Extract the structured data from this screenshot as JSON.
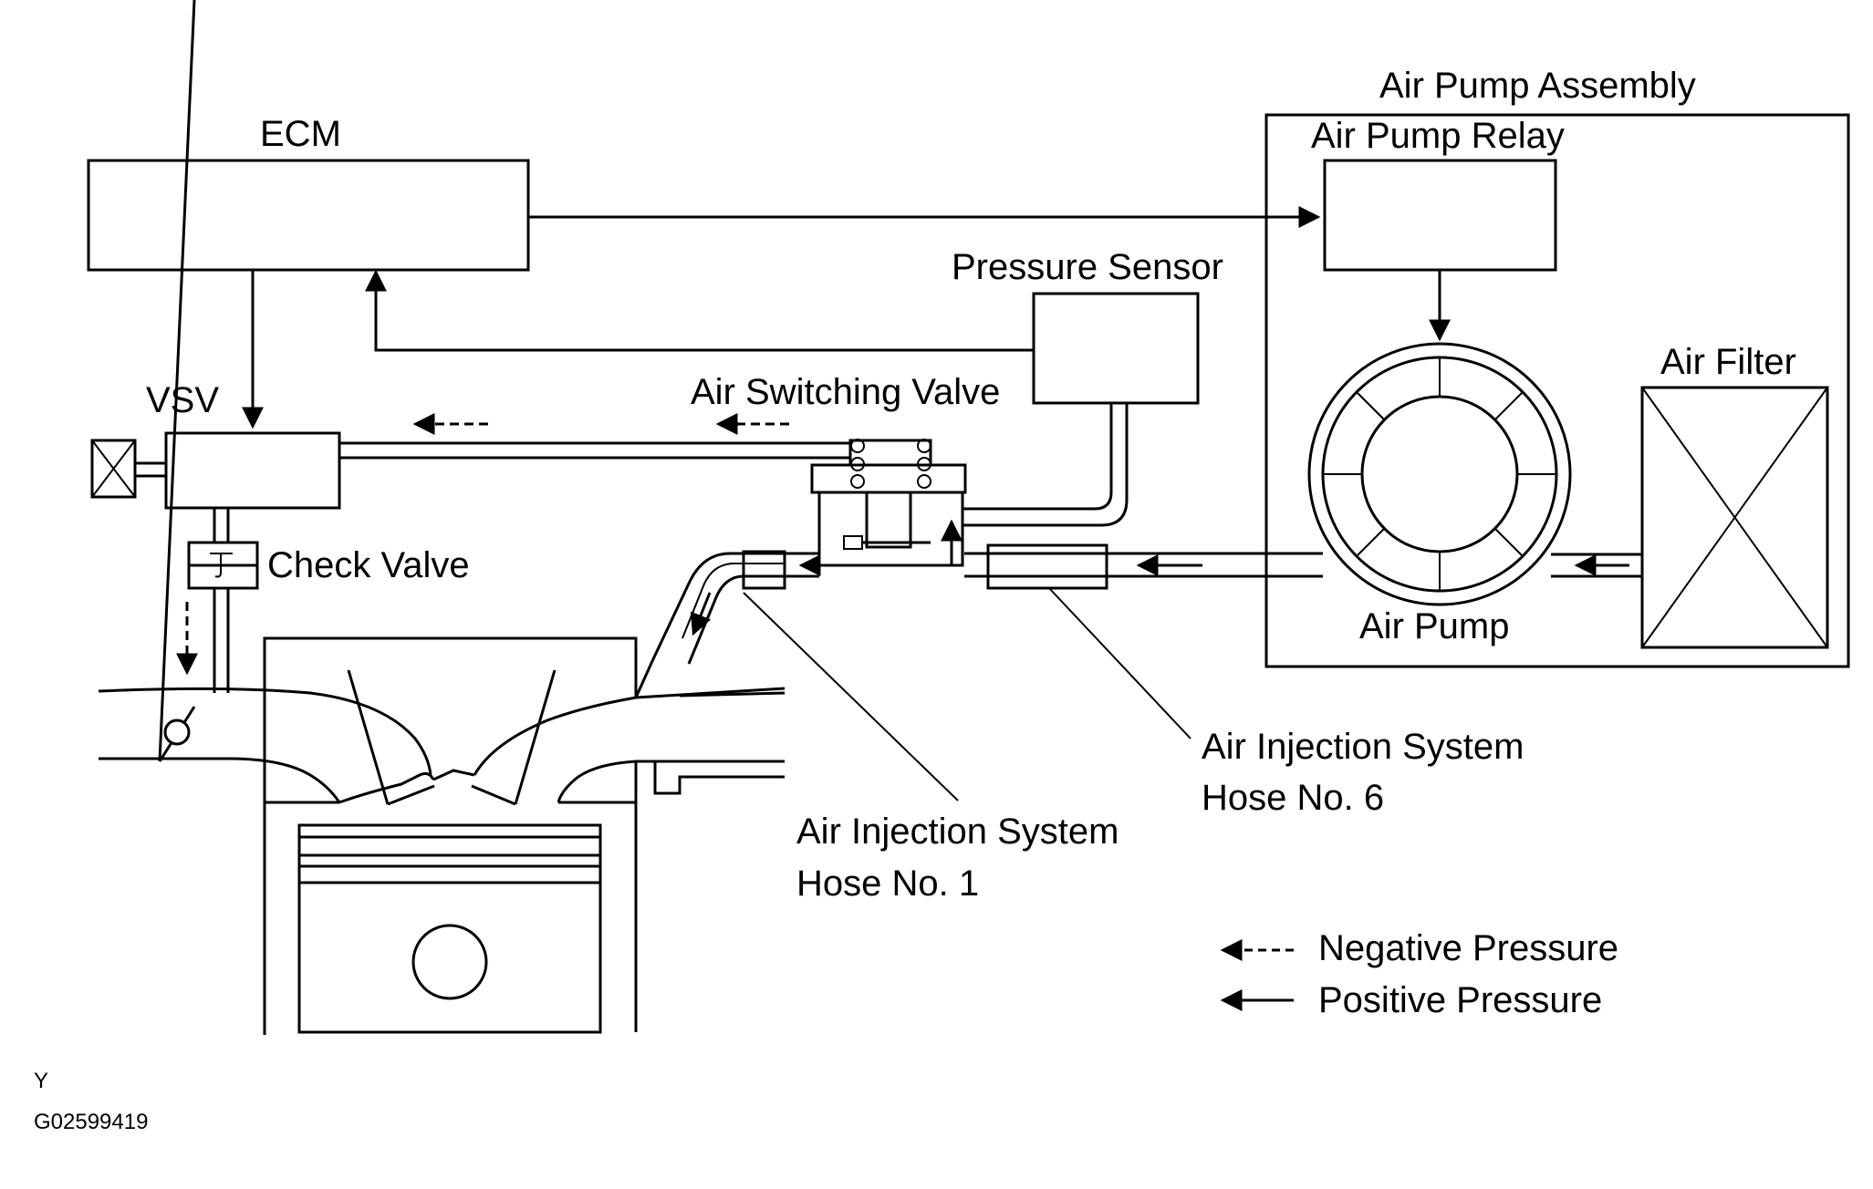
{
  "labels": {
    "ecm": "ECM",
    "air_pump_assembly": "Air Pump Assembly",
    "air_pump_relay": "Air Pump Relay",
    "pressure_sensor": "Pressure Sensor",
    "air_switching_valve": "Air Switching Valve",
    "vsv": "VSV",
    "check_valve": "Check Valve",
    "air_filter": "Air Filter",
    "air_pump": "Air Pump",
    "hose6_line1": "Air Injection System",
    "hose6_line2": "Hose No. 6",
    "hose1_line1": "Air Injection System",
    "hose1_line2": "Hose No. 1"
  },
  "legend": {
    "negative": "Negative Pressure",
    "positive": "Positive Pressure"
  },
  "footer": {
    "code_letter": "Y",
    "figure_id": "G02599419"
  }
}
